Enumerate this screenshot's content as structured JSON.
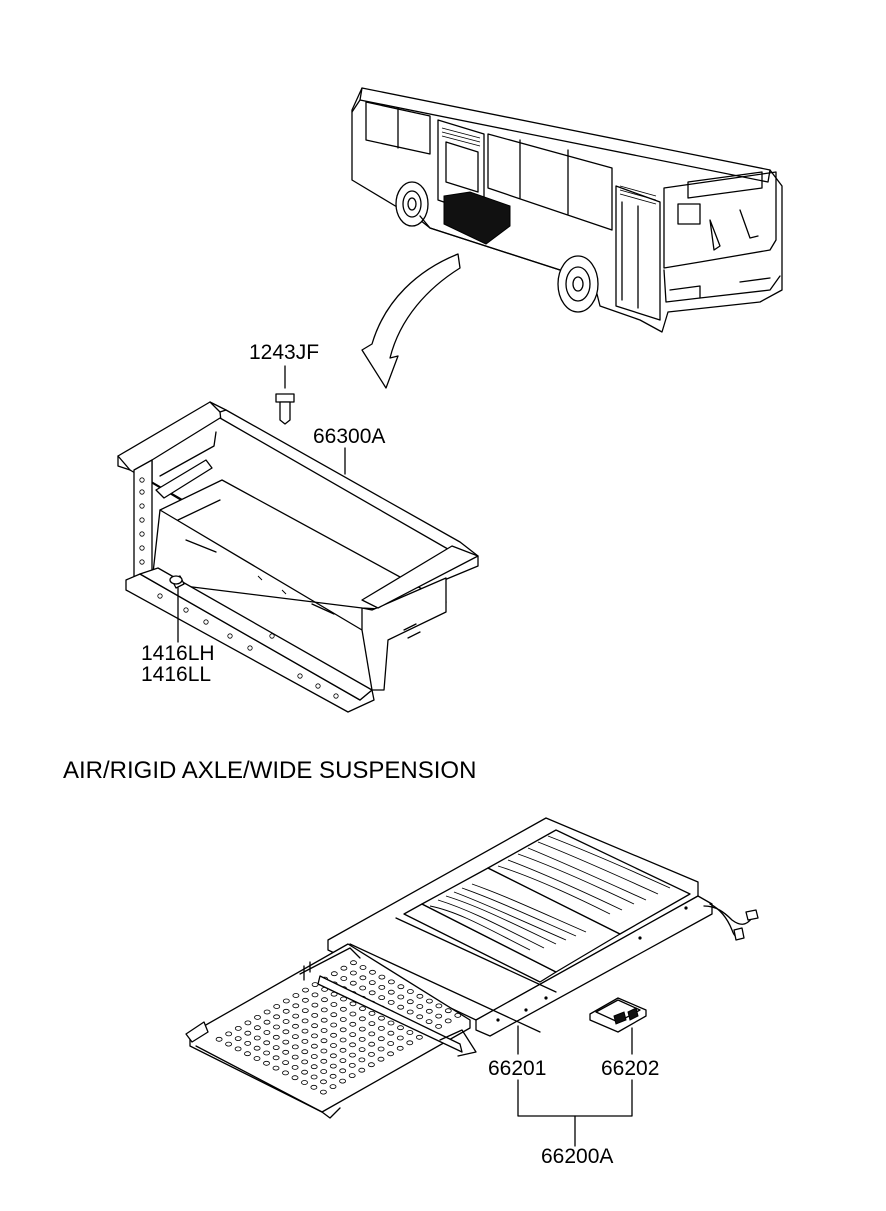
{
  "heading": "AIR/RIGID AXLE/WIDE SUSPENSION",
  "parts": {
    "bolt": "1243JF",
    "box": "66300A",
    "pin_lh": "1416LH",
    "pin_ll": "1416LL",
    "lift_platform": "66201",
    "control_box": "66202",
    "lift_assembly": "66200A"
  }
}
